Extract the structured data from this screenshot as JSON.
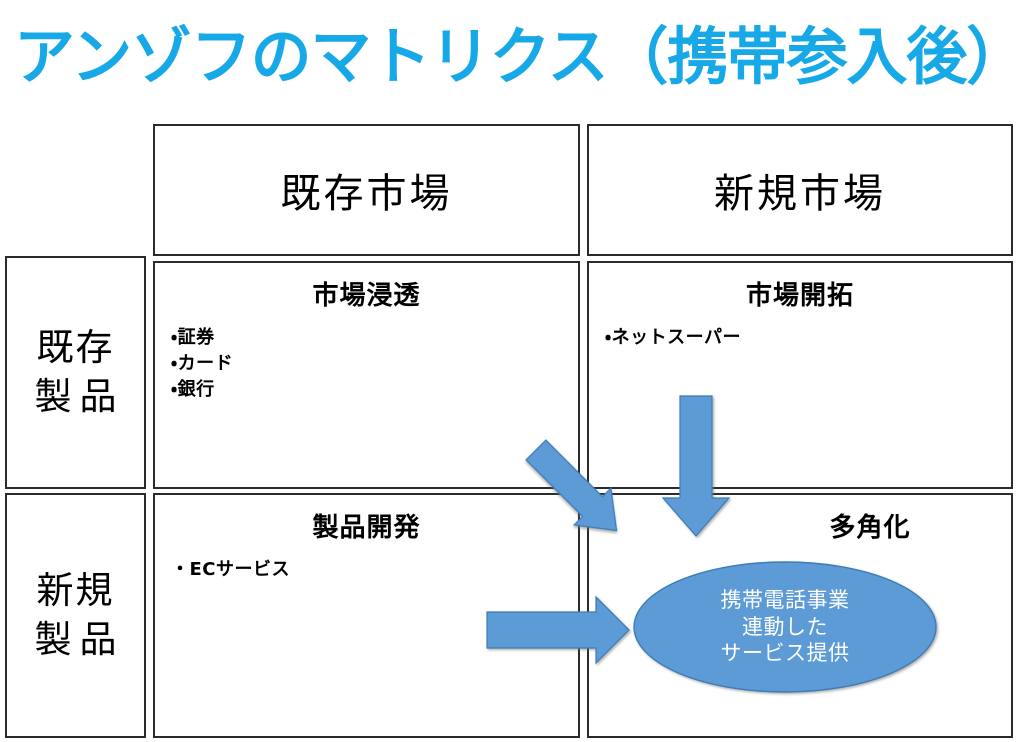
{
  "slide": {
    "title": "アンゾフのマトリクス（携帯参入後）",
    "title_color": "#17A8E8",
    "background": "#ffffff",
    "accent_blue": "#5B9BD5",
    "border_color": "#2b2b2b"
  },
  "matrix": {
    "corner_label": "",
    "column_headers": [
      {
        "label": "既存市場"
      },
      {
        "label": "新規市場"
      }
    ],
    "row_headers": [
      {
        "line1": "既存",
        "line2": "製品"
      },
      {
        "line1": "新規",
        "line2": "製品"
      }
    ],
    "quadrants": [
      {
        "id": "market-penetration",
        "title": "市場浸透",
        "bullets": [
          "・証券",
          "・カード",
          "・銀行"
        ]
      },
      {
        "id": "market-development",
        "title": "市場開拓",
        "bullets": [
          "・ネットスーパー"
        ]
      },
      {
        "id": "product-development",
        "title": "製品開発",
        "bullets": [
          "・ECサービス"
        ]
      },
      {
        "id": "diversification",
        "title": "多角化",
        "bullets": []
      }
    ]
  },
  "callout": {
    "shape": "ellipse",
    "fill": "#5B9BD5",
    "stroke": "#3C7CB5",
    "text_color": "#ffffff",
    "lines": [
      "携帯電話事業",
      "連動した",
      "サービス提供"
    ]
  },
  "arrows": [
    {
      "id": "diagonal-arrow",
      "direction": "down-right",
      "color": "#5B9BD5"
    },
    {
      "id": "vertical-arrow",
      "direction": "down",
      "color": "#5B9BD5"
    },
    {
      "id": "horizontal-arrow",
      "direction": "right",
      "color": "#5B9BD5"
    }
  ]
}
